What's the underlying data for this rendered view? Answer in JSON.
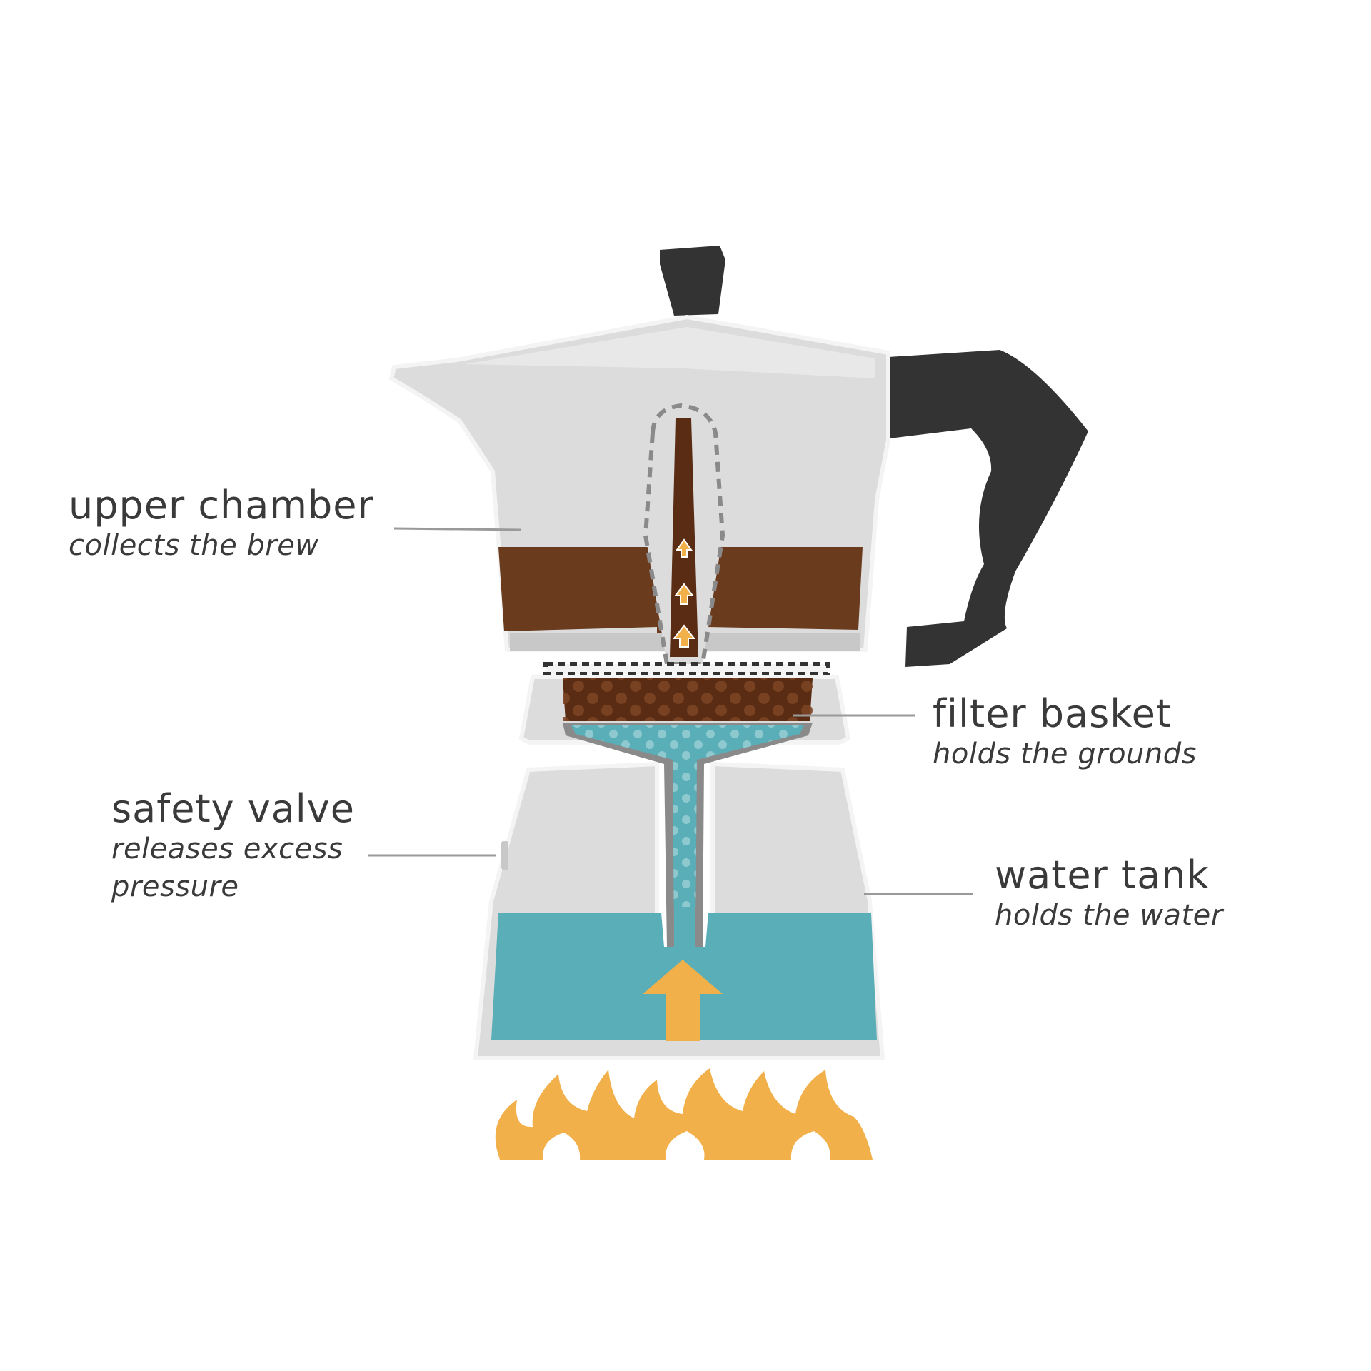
{
  "labels": {
    "upper_chamber": {
      "title": "upper chamber",
      "desc": "collects the brew"
    },
    "filter_basket": {
      "title": "filter basket",
      "desc": "holds the grounds"
    },
    "safety_valve": {
      "title": "safety valve",
      "desc_line1": "releases excess",
      "desc_line2": "pressure"
    },
    "water_tank": {
      "title": "water tank",
      "desc": "holds the water"
    }
  },
  "colors": {
    "body": "#dcdcdc",
    "body_outline": "#f4f4f4",
    "handle": "#333333",
    "coffee": "#6a3b1d",
    "grounds": "#5a2c14",
    "water": "#5aaeb8",
    "flame": "#f2b04a",
    "text": "#3a3a3a",
    "leader": "#9a9a9a"
  }
}
